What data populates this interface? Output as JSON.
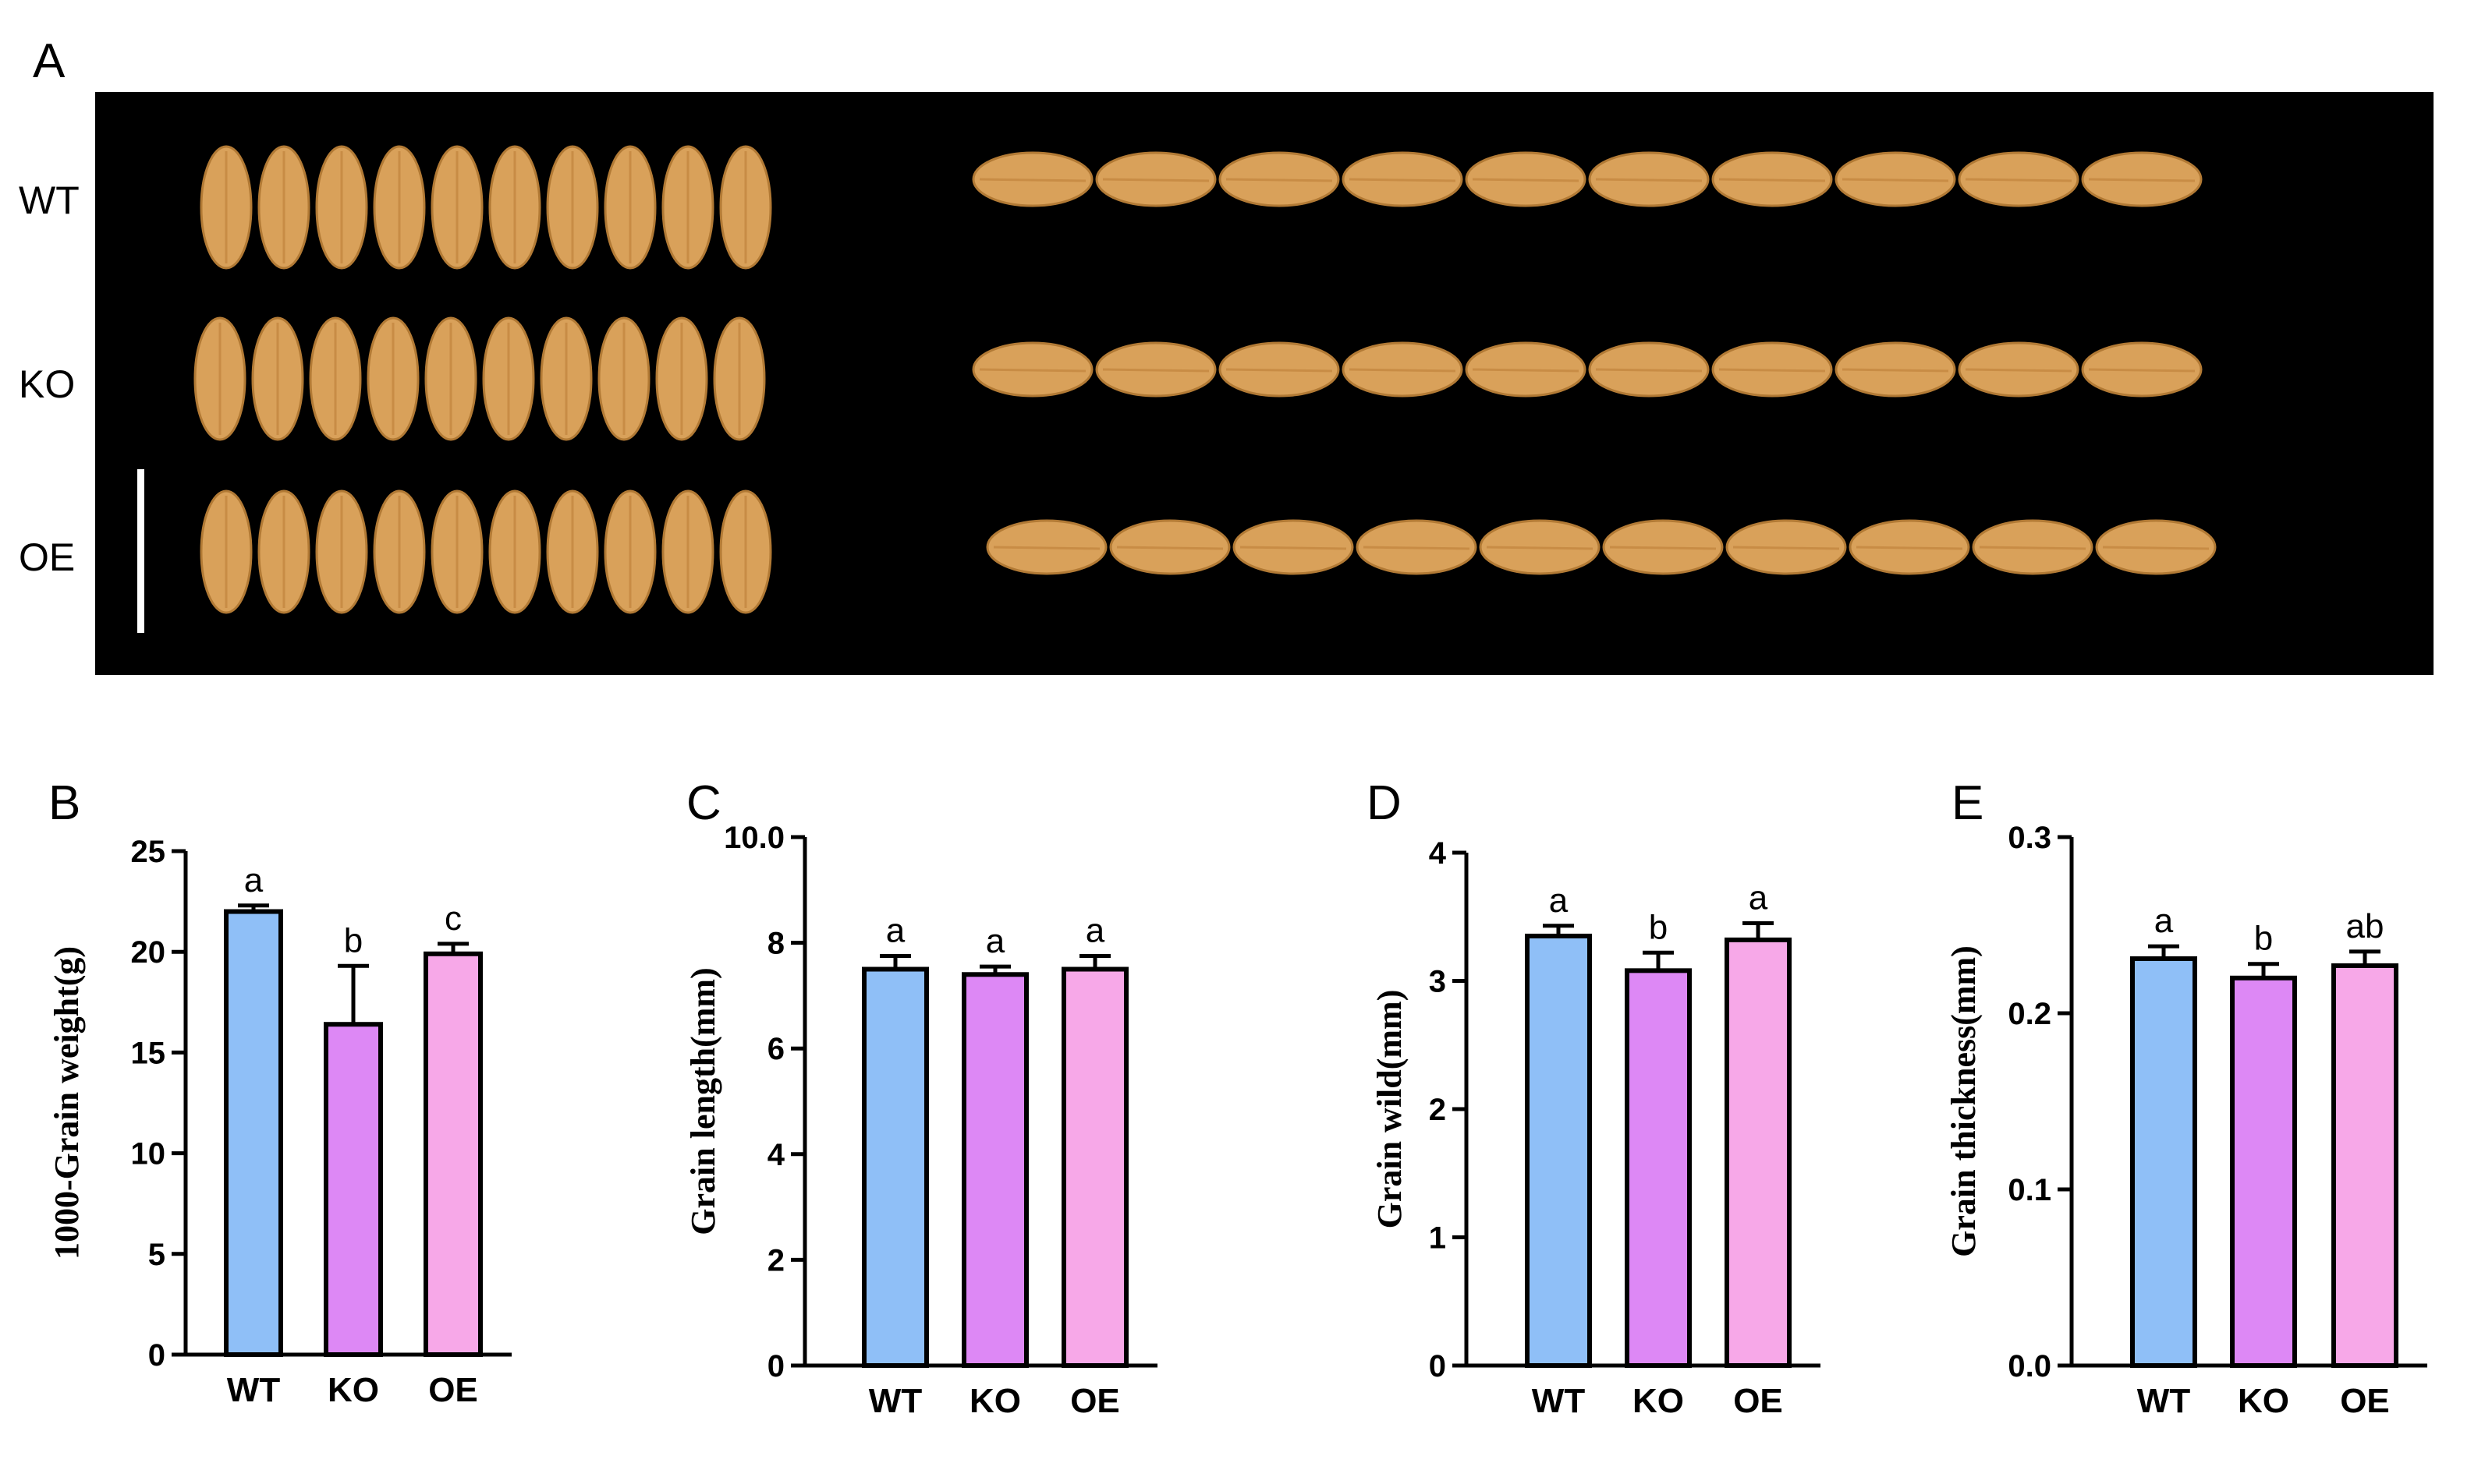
{
  "panel_letters": {
    "a": "A",
    "b": "B",
    "c": "C",
    "d": "D",
    "e": "E"
  },
  "photo": {
    "rows": [
      "WT",
      "KO",
      "OE"
    ],
    "grain_color": "#d9a15a",
    "grain_count_per_row": 10,
    "background": "#000000",
    "scale_bar_color": "#ffffff"
  },
  "colors": {
    "WT": "#8fbff7",
    "KO": "#dd88f5",
    "OE": "#f7a8e8"
  },
  "chart_data": [
    {
      "type": "bar",
      "categories": [
        "WT",
        "KO",
        "OE"
      ],
      "values": [
        22.0,
        16.4,
        19.9
      ],
      "errors": [
        0.3,
        2.9,
        0.5
      ],
      "significance": [
        "a",
        "b",
        "c"
      ],
      "ylabel": "1000-Grain weight(g)",
      "ylim": [
        0,
        25
      ],
      "yticks": [
        0,
        5,
        10,
        15,
        20,
        25
      ]
    },
    {
      "type": "bar",
      "categories": [
        "WT",
        "KO",
        "OE"
      ],
      "values": [
        7.5,
        7.4,
        7.5
      ],
      "errors": [
        0.25,
        0.15,
        0.25
      ],
      "significance": [
        "a",
        "a",
        "a"
      ],
      "ylabel": "Grain length(mm)",
      "ylim": [
        0,
        10
      ],
      "yticks": [
        0,
        2,
        4,
        6,
        8,
        10
      ],
      "ytick_labels": [
        "0",
        "2",
        "4",
        "6",
        "8",
        "10.0"
      ]
    },
    {
      "type": "bar",
      "categories": [
        "WT",
        "KO",
        "OE"
      ],
      "values": [
        3.35,
        3.08,
        3.32
      ],
      "errors": [
        0.08,
        0.14,
        0.13
      ],
      "significance": [
        "a",
        "b",
        "a"
      ],
      "ylabel": "Grain wild(mm)",
      "ylim": [
        0,
        4
      ],
      "yticks": [
        0,
        1,
        2,
        3,
        4
      ]
    },
    {
      "type": "bar",
      "categories": [
        "WT",
        "KO",
        "OE"
      ],
      "values": [
        0.231,
        0.22,
        0.227
      ],
      "errors": [
        0.007,
        0.008,
        0.008
      ],
      "significance": [
        "a",
        "b",
        "ab"
      ],
      "ylabel": "Grain thickness(mm)",
      "ylim": [
        0,
        0.3
      ],
      "yticks": [
        0,
        0.1,
        0.2,
        0.3
      ],
      "ytick_labels": [
        "0.0",
        "0.1",
        "0.2",
        "0.3"
      ]
    }
  ]
}
